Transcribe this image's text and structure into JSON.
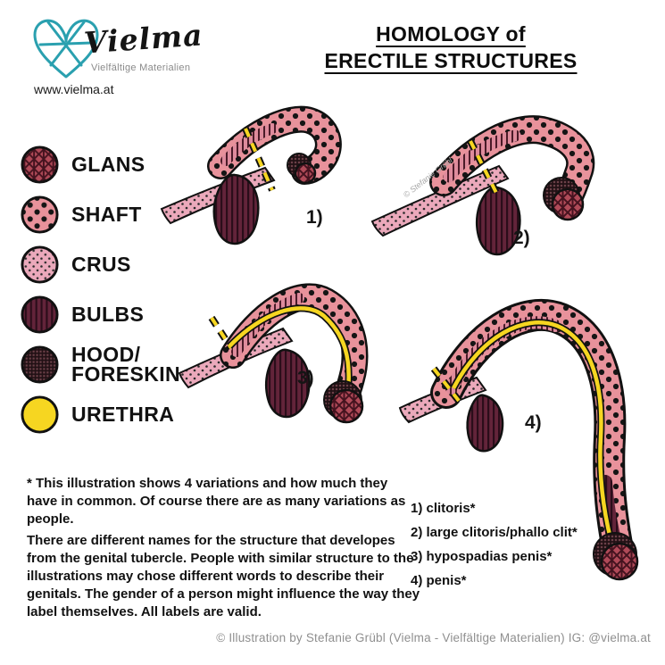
{
  "brand": {
    "name": "Vielma",
    "tagline": "Vielfältige Materialien",
    "url": "www.vielma.at"
  },
  "title": {
    "line1": "HOMOLOGY of",
    "line2": "ERECTILE STRUCTURES"
  },
  "legend": {
    "items": [
      {
        "key": "glans",
        "label": "GLANS"
      },
      {
        "key": "shaft",
        "label": "SHAFT"
      },
      {
        "key": "crus",
        "label": "CRUS"
      },
      {
        "key": "bulbs",
        "label": "BULBS"
      },
      {
        "key": "hood",
        "label": "HOOD/",
        "label2": "FORESKIN"
      },
      {
        "key": "urethra",
        "label": "URETHRA"
      }
    ]
  },
  "figures": [
    {
      "number": "1)"
    },
    {
      "number": "2)"
    },
    {
      "number": "3)"
    },
    {
      "number": "4)"
    }
  ],
  "variants": [
    "1) clitoris*",
    "2) large clitoris/phallo clit*",
    "3) hypospadias penis*",
    "4) penis*"
  ],
  "notes": {
    "para1": "* This illustration shows 4 variations and how much they have in common. Of course there are as many variations as people.",
    "para2": "There are different names for the structure that developes from the genital tubercle. People with similar structure to the illustrations may chose different words to describe their genitals. The gender of a person might influence the way they label themselves. All labels are valid."
  },
  "watermark": "© Stefanie Grübl",
  "footer": "© Illustration by Stefanie Grübl (Vielma - Vielfältige Materialien) IG: @vielma.at",
  "colors": {
    "teal": "#2aa0af",
    "shaft_pink": "#e8929b",
    "crus_pink": "#eba9bb",
    "bulbs_maroon": "#63243a",
    "glans_red": "#b04a58",
    "hood_dark": "#6b4048",
    "urethra_yellow": "#f6d621",
    "muted_text": "#8f8f8f"
  }
}
